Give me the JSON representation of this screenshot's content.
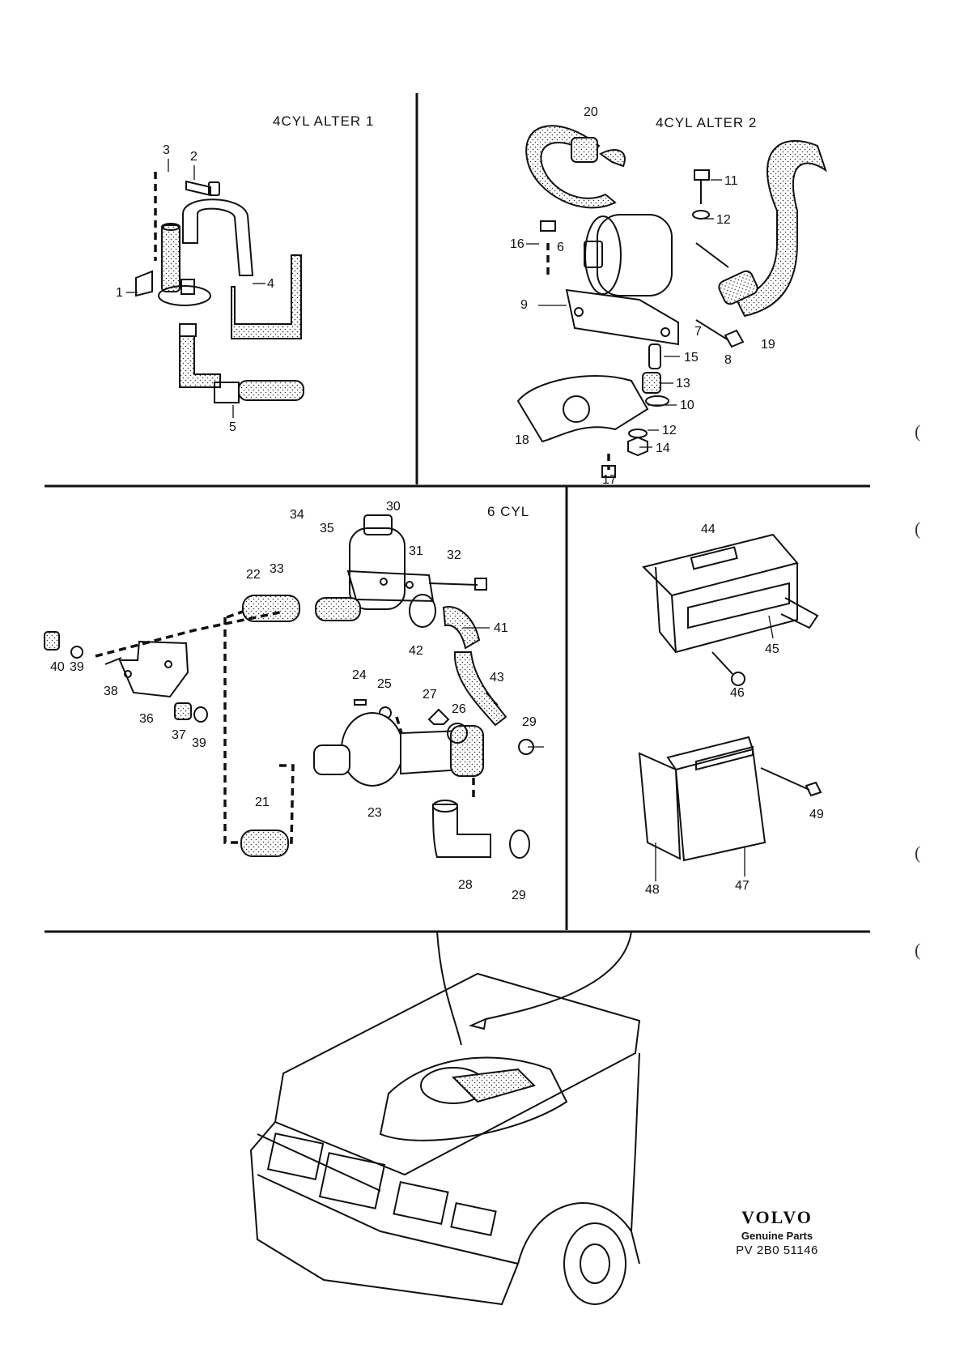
{
  "sections": {
    "alt1_title": "4CYL ALTER 1",
    "alt2_title": "4CYL ALTER 2",
    "six_title": "6 CYL"
  },
  "callouts": {
    "alt1": [
      "3",
      "2",
      "1",
      "4",
      "5"
    ],
    "alt2": [
      "20",
      "11",
      "12",
      "16",
      "6",
      "9",
      "7",
      "8",
      "19",
      "15",
      "13",
      "10",
      "18",
      "12",
      "14",
      "17"
    ],
    "six": [
      "34",
      "35",
      "30",
      "31",
      "32",
      "33",
      "22",
      "41",
      "42",
      "40",
      "39",
      "38",
      "36",
      "37",
      "39",
      "24",
      "25",
      "27",
      "26",
      "43",
      "29",
      "21",
      "23",
      "28",
      "29"
    ],
    "ecu": [
      "44",
      "45",
      "46",
      "49",
      "48",
      "47"
    ]
  },
  "brand": {
    "logo": "VOLVO",
    "tagline": "Genuine Parts",
    "code": "PV 2B0 51146"
  },
  "margin_marks": [
    "(",
    "(",
    "(",
    "("
  ]
}
